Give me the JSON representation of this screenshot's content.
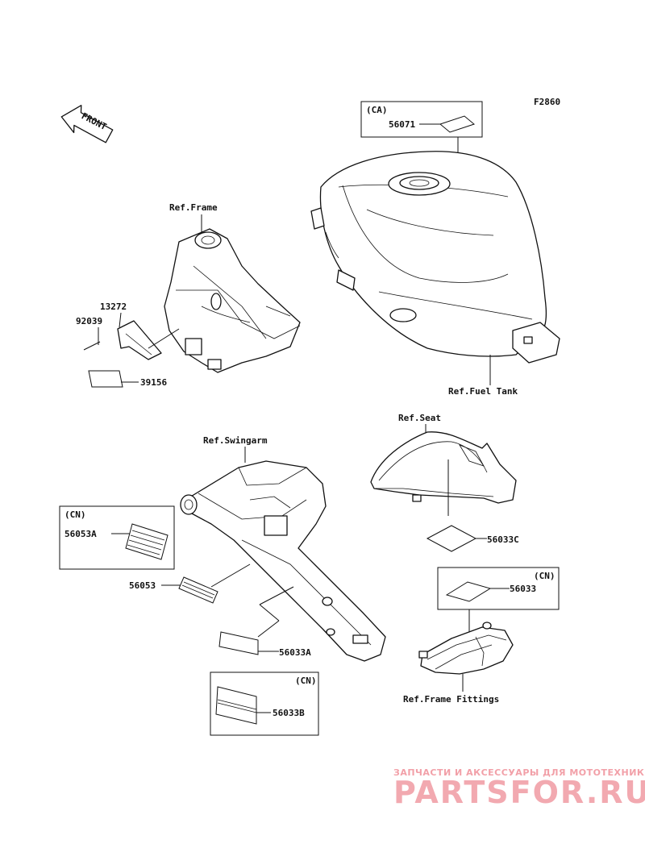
{
  "figure_code": "F2860",
  "front_arrow_label": "FRONT",
  "refs": {
    "frame": "Ref.Frame",
    "fuel_tank": "Ref.Fuel Tank",
    "seat": "Ref.Seat",
    "swingarm": "Ref.Swingarm",
    "frame_fittings": "Ref.Frame Fittings"
  },
  "callouts": {
    "p56071": "56071",
    "p13272": "13272",
    "p92039": "92039",
    "p39156": "39156",
    "p56053A": "56053A",
    "p56053": "56053",
    "p56033C": "56033C",
    "p56033": "56033",
    "p56033A": "56033A",
    "p56033B": "56033B"
  },
  "region_tags": {
    "ca": "(CA)",
    "cn_left": "(CN)",
    "cn_right": "(CN)",
    "cn_bottom": "(CN)"
  },
  "watermark": {
    "tagline": "ЗАПЧАСТИ И АКСЕССУАРЫ ДЛЯ МОТОТЕХНИКИ",
    "brand": "PARTSFOR.RU"
  }
}
